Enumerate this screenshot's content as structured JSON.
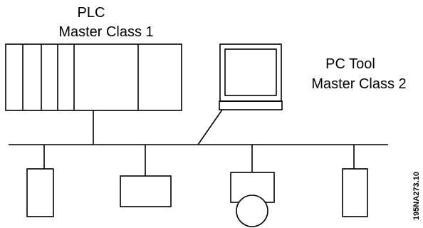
{
  "plc": {
    "title": "PLC",
    "subtitle": "Master Class 1"
  },
  "pc_tool": {
    "title": "PC Tool",
    "subtitle": "Master Class 2"
  },
  "figure_code": "195NA273.10",
  "colors": {
    "line": "#000000",
    "background": "#ffffff"
  }
}
